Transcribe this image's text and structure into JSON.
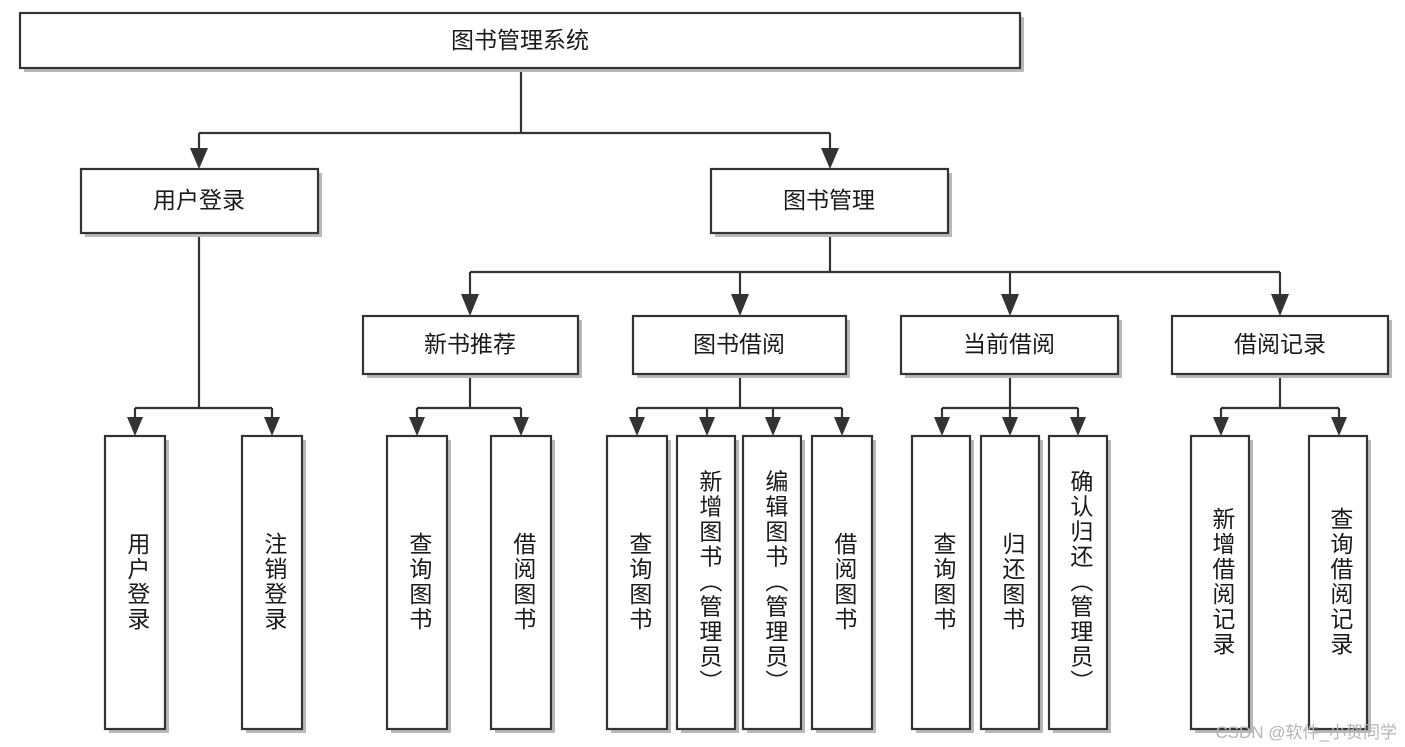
{
  "diagram": {
    "type": "hierarchy-tree",
    "title": "图书管理系统",
    "root": {
      "id": "root",
      "label": "图书管理系统"
    },
    "level2": [
      {
        "id": "user-login",
        "label": "用户登录"
      },
      {
        "id": "book-manage",
        "label": "图书管理"
      }
    ],
    "level3": [
      {
        "id": "new-book-recommend",
        "label": "新书推荐",
        "parent": "book-manage"
      },
      {
        "id": "book-borrow",
        "label": "图书借阅",
        "parent": "book-manage"
      },
      {
        "id": "current-borrow",
        "label": "当前借阅",
        "parent": "book-manage"
      },
      {
        "id": "borrow-record",
        "label": "借阅记录",
        "parent": "book-manage"
      }
    ],
    "leaves": {
      "user_login": [
        {
          "id": "leaf-user-login",
          "label": "用户登录"
        },
        {
          "id": "leaf-user-logout",
          "label": "注销登录"
        }
      ],
      "new_book_recommend": [
        {
          "id": "leaf-query-book-1",
          "label": "查询图书"
        },
        {
          "id": "leaf-borrow-book-1",
          "label": "借阅图书"
        }
      ],
      "book_borrow": [
        {
          "id": "leaf-query-book-2",
          "label": "查询图书"
        },
        {
          "id": "leaf-add-book",
          "label": "新增图书（管理员）"
        },
        {
          "id": "leaf-edit-book",
          "label": "编辑图书（管理员）"
        },
        {
          "id": "leaf-borrow-book-2",
          "label": "借阅图书"
        }
      ],
      "current_borrow": [
        {
          "id": "leaf-query-book-3",
          "label": "查询图书"
        },
        {
          "id": "leaf-return-book",
          "label": "归还图书"
        },
        {
          "id": "leaf-confirm-return",
          "label": "确认归还（管理员）"
        }
      ],
      "borrow_record": [
        {
          "id": "leaf-add-record",
          "label": "新增借阅记录"
        },
        {
          "id": "leaf-query-record",
          "label": "查询借阅记录"
        }
      ]
    }
  },
  "watermark": {
    "text": "CSDN @软件_小贺同学"
  },
  "colors": {
    "box_stroke": "#333333",
    "box_fill": "#ffffff",
    "box_shadow": "#b9b9b9",
    "connector": "#333333",
    "text": "#1a1a1a",
    "watermark": "#b5b5b5",
    "background": "#ffffff"
  }
}
